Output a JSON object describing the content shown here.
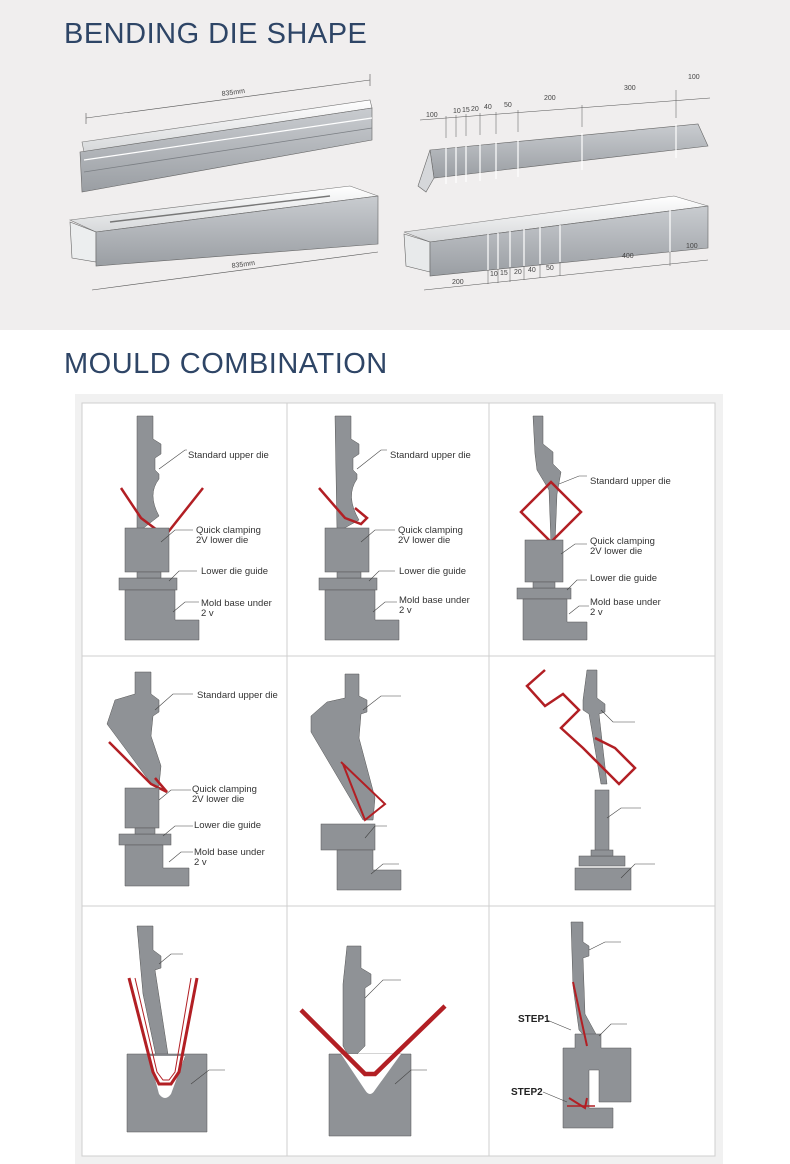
{
  "sections": {
    "bending_title": "BENDING DIE SHAPE",
    "mould_title": "MOULD COMBINATION"
  },
  "bending": {
    "left_top_dim": "835mm",
    "left_bottom_dim": "835mm",
    "right_top_dims": [
      "100",
      "10",
      "15",
      "20",
      "40",
      "50",
      "200",
      "300",
      "100"
    ],
    "right_bottom_dims": [
      "200",
      "10",
      "15",
      "20",
      "40",
      "50",
      "400",
      "100"
    ]
  },
  "labels": {
    "upper": "Standard upper die",
    "lower_1": "Quick clamping",
    "lower_2": "2V lower die",
    "guide": "Lower die guide",
    "base_1": "Mold base under",
    "base_2": "2 v",
    "step1": "STEP1",
    "step2": "STEP2"
  },
  "colors": {
    "title": "#2e4566",
    "part_fill": "#8f9296",
    "sheet_red": "#b21f24"
  }
}
